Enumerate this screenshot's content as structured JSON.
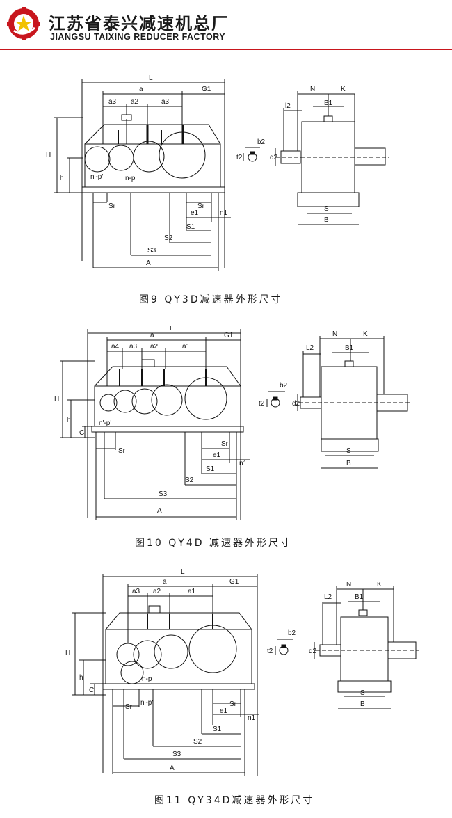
{
  "header": {
    "company_cn": "江苏省泰兴减速机总厂",
    "company_en": "JIANGSU TAIXING REDUCER FACTORY",
    "accent_color": "#c8161d",
    "logo_icon": "gear-star-logo"
  },
  "figures": [
    {
      "caption": "图9  QY3D减速器外形尺寸",
      "labels": {
        "L": "L",
        "a": "a",
        "G1": "G1",
        "a3_left": "a3",
        "a2": "a2",
        "a3_right": "a3",
        "H": "H",
        "h": "h",
        "np1": "n'-p'",
        "np2": "n-p",
        "Sr_left": "Sr",
        "Sr_right": "Sr",
        "e1": "e1",
        "n1": "n1",
        "S1": "S1",
        "S2": "S2",
        "S3": "S3",
        "A": "A",
        "N": "N",
        "K": "K",
        "l2": "l2",
        "B1": "B1",
        "b2": "b2",
        "t2": "t2",
        "d2": "d2",
        "S": "S",
        "B": "B"
      }
    },
    {
      "caption": "图10  QY4D 减速器外形尺寸",
      "labels": {
        "L": "L",
        "a": "a",
        "G1": "G1",
        "a4": "a4",
        "a3": "a3",
        "a2": "a2",
        "a1": "a1",
        "H": "H",
        "h": "h",
        "C": "C",
        "np1": "n'-p'",
        "Sr_left": "Sr",
        "Sr_right": "Sr",
        "e1": "e1",
        "n1": "n1",
        "S1": "S1",
        "S2": "S2",
        "S3": "S3",
        "A": "A",
        "N": "N",
        "K": "K",
        "L2": "L2",
        "B1": "B1",
        "b2": "b2",
        "t2": "t2",
        "d2": "d2",
        "S": "S",
        "B": "B"
      }
    },
    {
      "caption": "图11  QY34D减速器外形尺寸",
      "labels": {
        "L": "L",
        "a": "a",
        "G1": "G1",
        "a3": "a3",
        "a2": "a2",
        "a1": "a1",
        "H": "H",
        "h": "h",
        "C": "C",
        "np1": "n-p",
        "np2": "n'-p'",
        "Sr_left": "Sr",
        "Sr_right": "Sr",
        "e1": "e1",
        "n1": "n1",
        "S1": "S1",
        "S2": "S2",
        "S3": "S3",
        "A": "A",
        "N": "N",
        "K": "K",
        "L2": "L2",
        "B1": "B1",
        "b2": "b2",
        "t2": "t2",
        "d2": "d2",
        "S": "S",
        "B": "B"
      }
    }
  ]
}
